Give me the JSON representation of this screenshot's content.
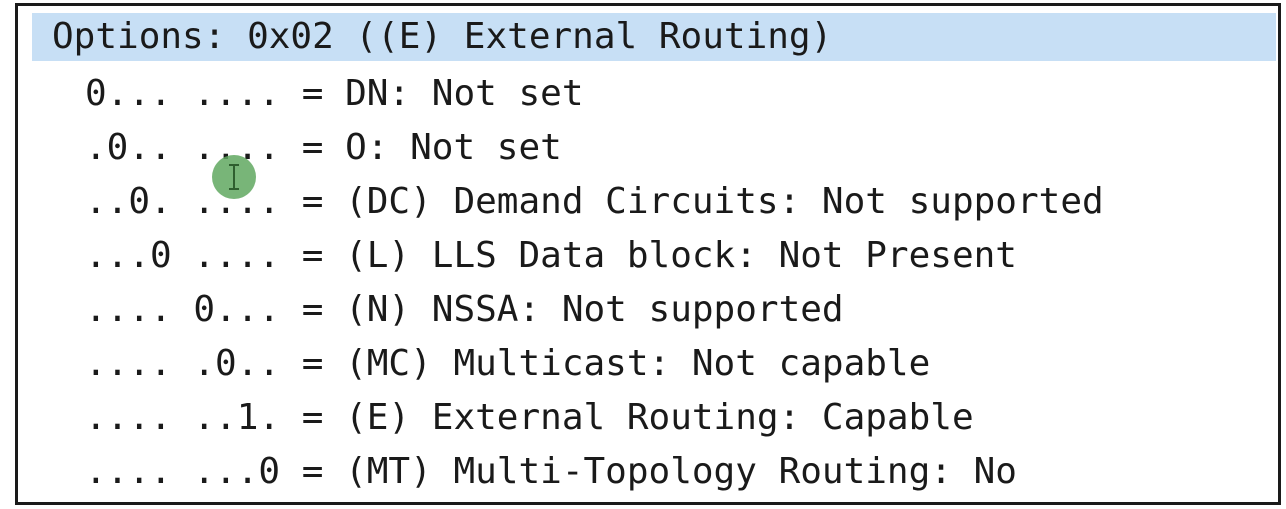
{
  "header": {
    "label": "Options: 0x02 ((E) External Routing)"
  },
  "fields": [
    {
      "text": "0... .... = DN: Not set"
    },
    {
      "text": ".0.. .... = O: Not set"
    },
    {
      "text": "..0. .... = (DC) Demand Circuits: Not supported"
    },
    {
      "text": "...0 .... = (L) LLS Data block: Not Present"
    },
    {
      "text": ".... 0... = (N) NSSA: Not supported"
    },
    {
      "text": ".... .0.. = (MC) Multicast: Not capable"
    },
    {
      "text": ".... ..1. = (E) External Routing: Capable"
    },
    {
      "text": ".... ...0 = (MT) Multi-Topology Routing: No"
    }
  ],
  "colors": {
    "selection": "#c7dff5",
    "text": "#1a1a1a",
    "cursor": "#60a860"
  },
  "icons": {
    "cursor": "text-cursor-icon"
  }
}
